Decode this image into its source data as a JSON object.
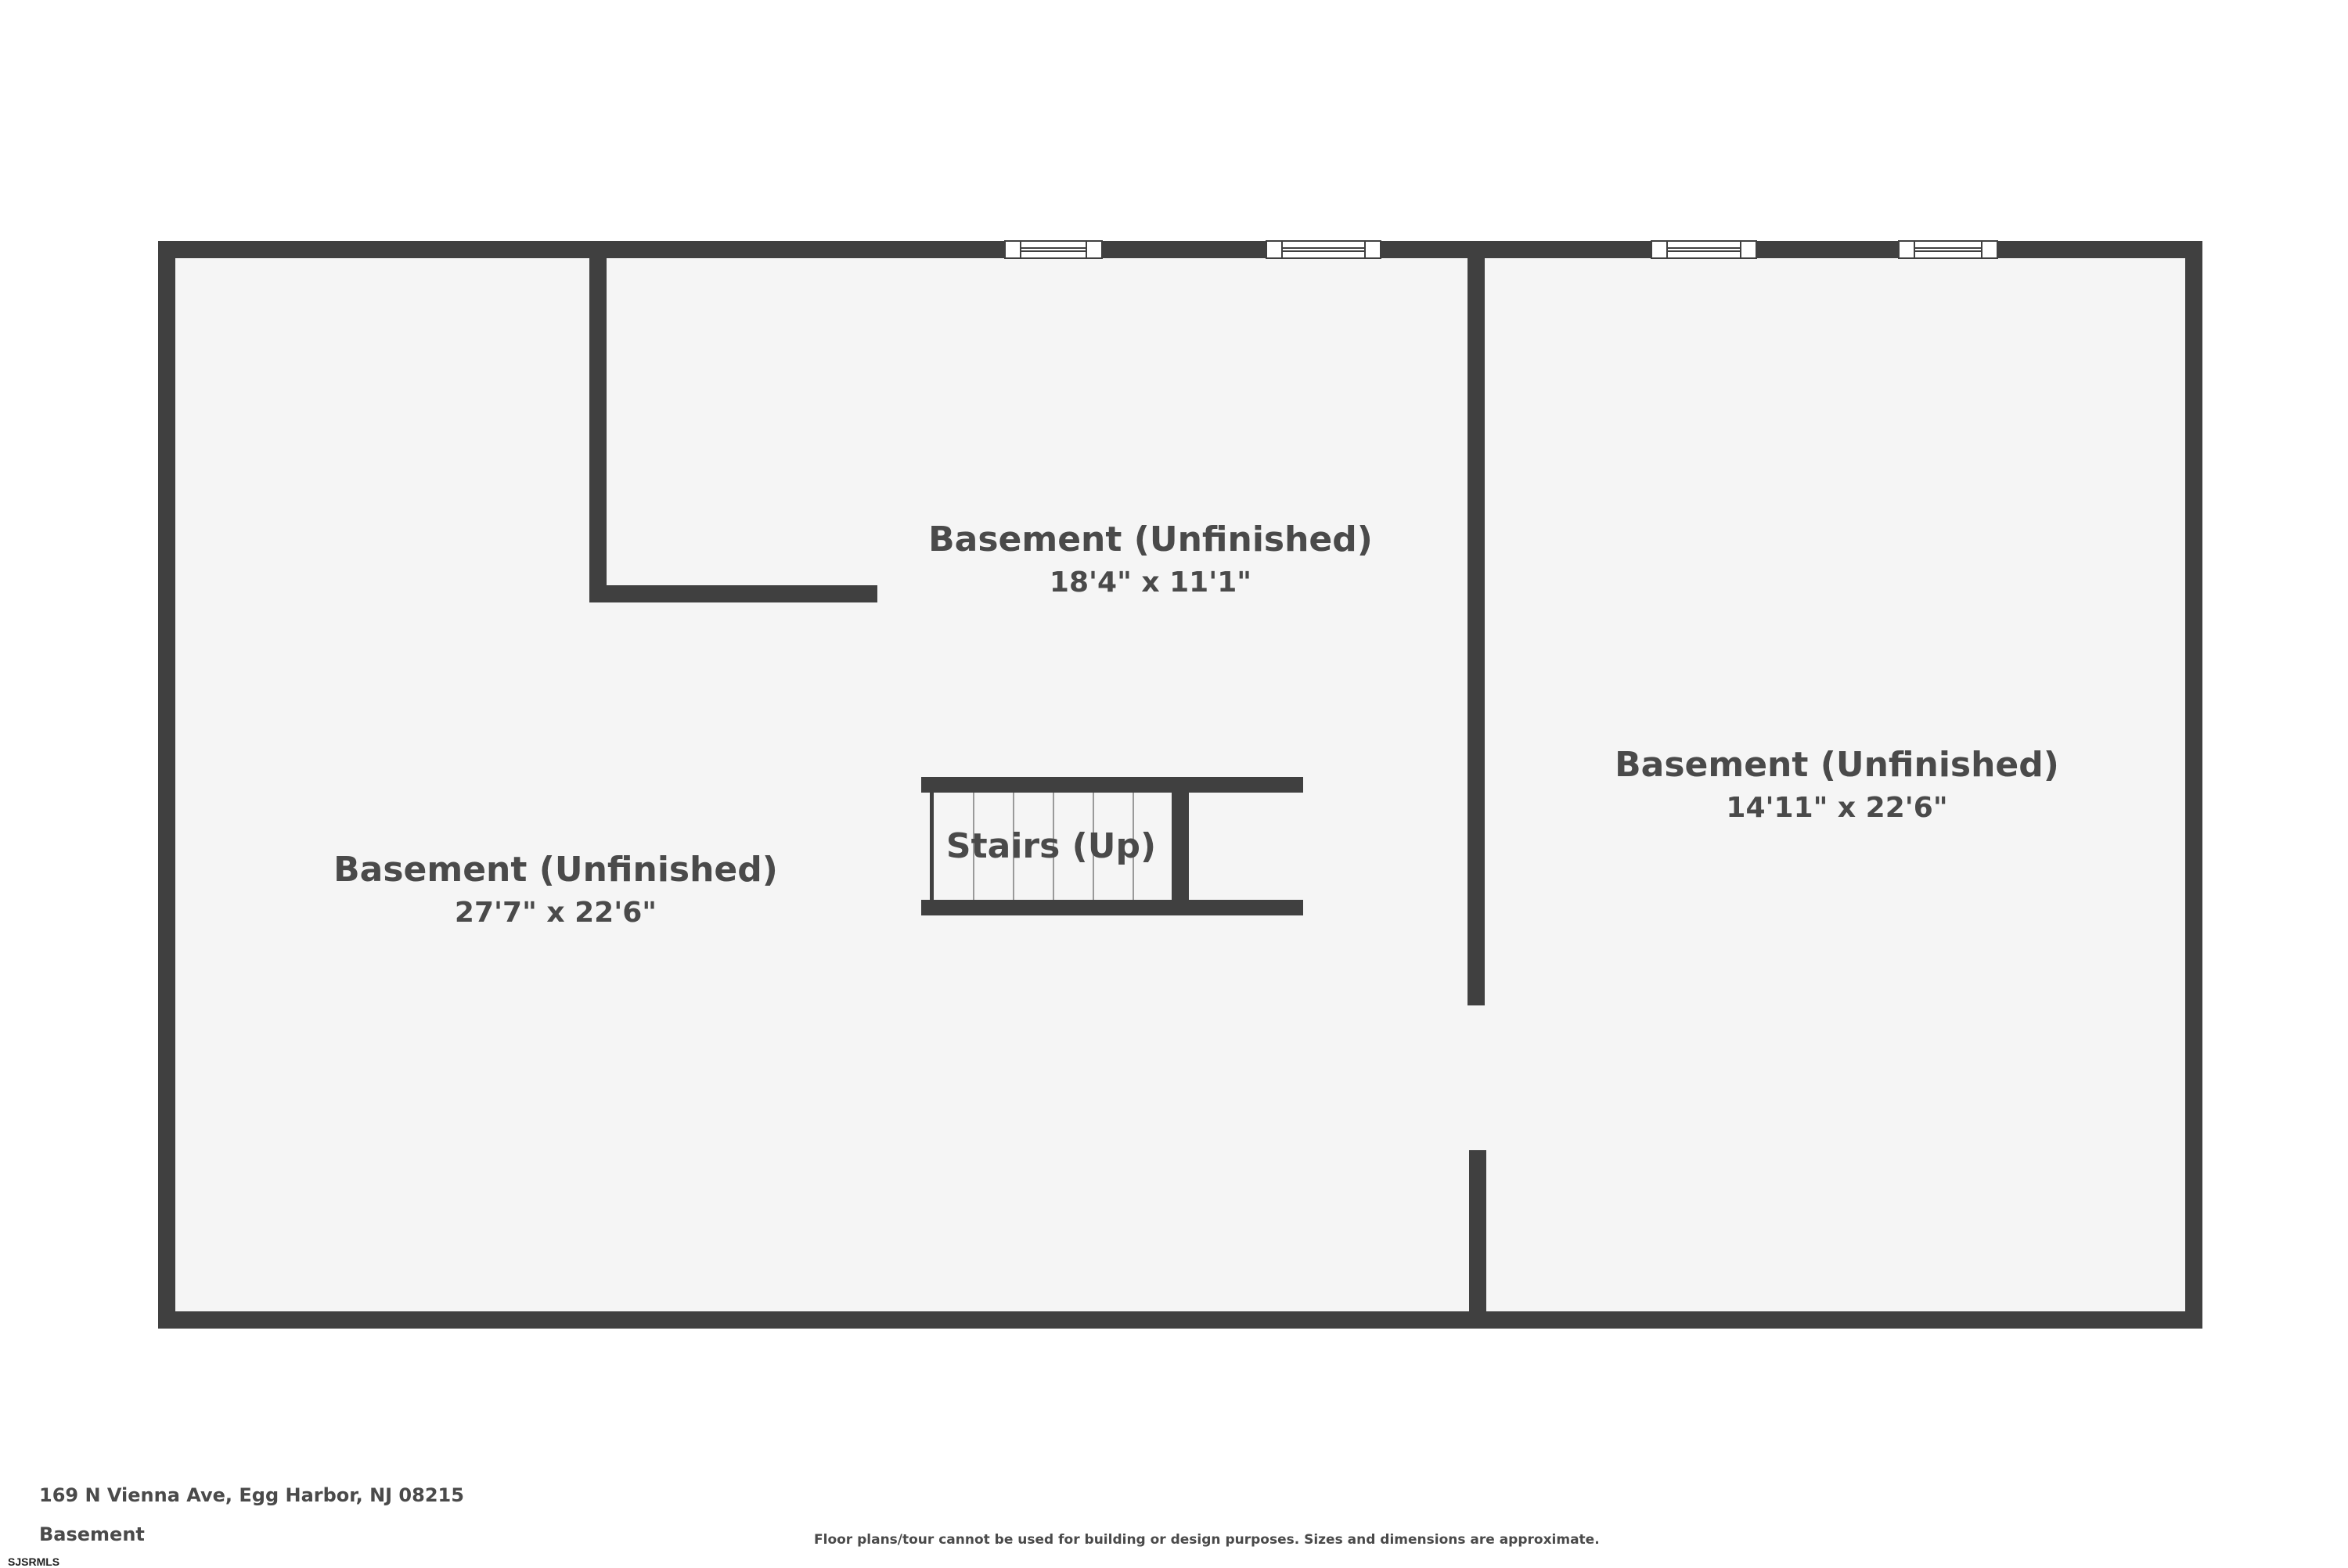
{
  "rooms": [
    {
      "name": "Basement (Unfinished)",
      "dimensions": "18'4\" x 11'1\""
    },
    {
      "name": "Basement (Unfinished)",
      "dimensions": "27'7\" x 22'6\""
    },
    {
      "name": "Basement (Unfinished)",
      "dimensions": "14'11\" x 22'6\""
    }
  ],
  "stairs": {
    "label": "Stairs (Up)"
  },
  "footer": {
    "address": "169 N Vienna Ave, Egg Harbor, NJ 08215",
    "level": "Basement",
    "disclaimer": "Floor plans/tour cannot be used for building or design purposes. Sizes and dimensions are approximate.",
    "brand": "SJSRMLS"
  },
  "colors": {
    "wall": "#404040",
    "floor": "#f5f5f5",
    "text": "#4a4a4a"
  }
}
